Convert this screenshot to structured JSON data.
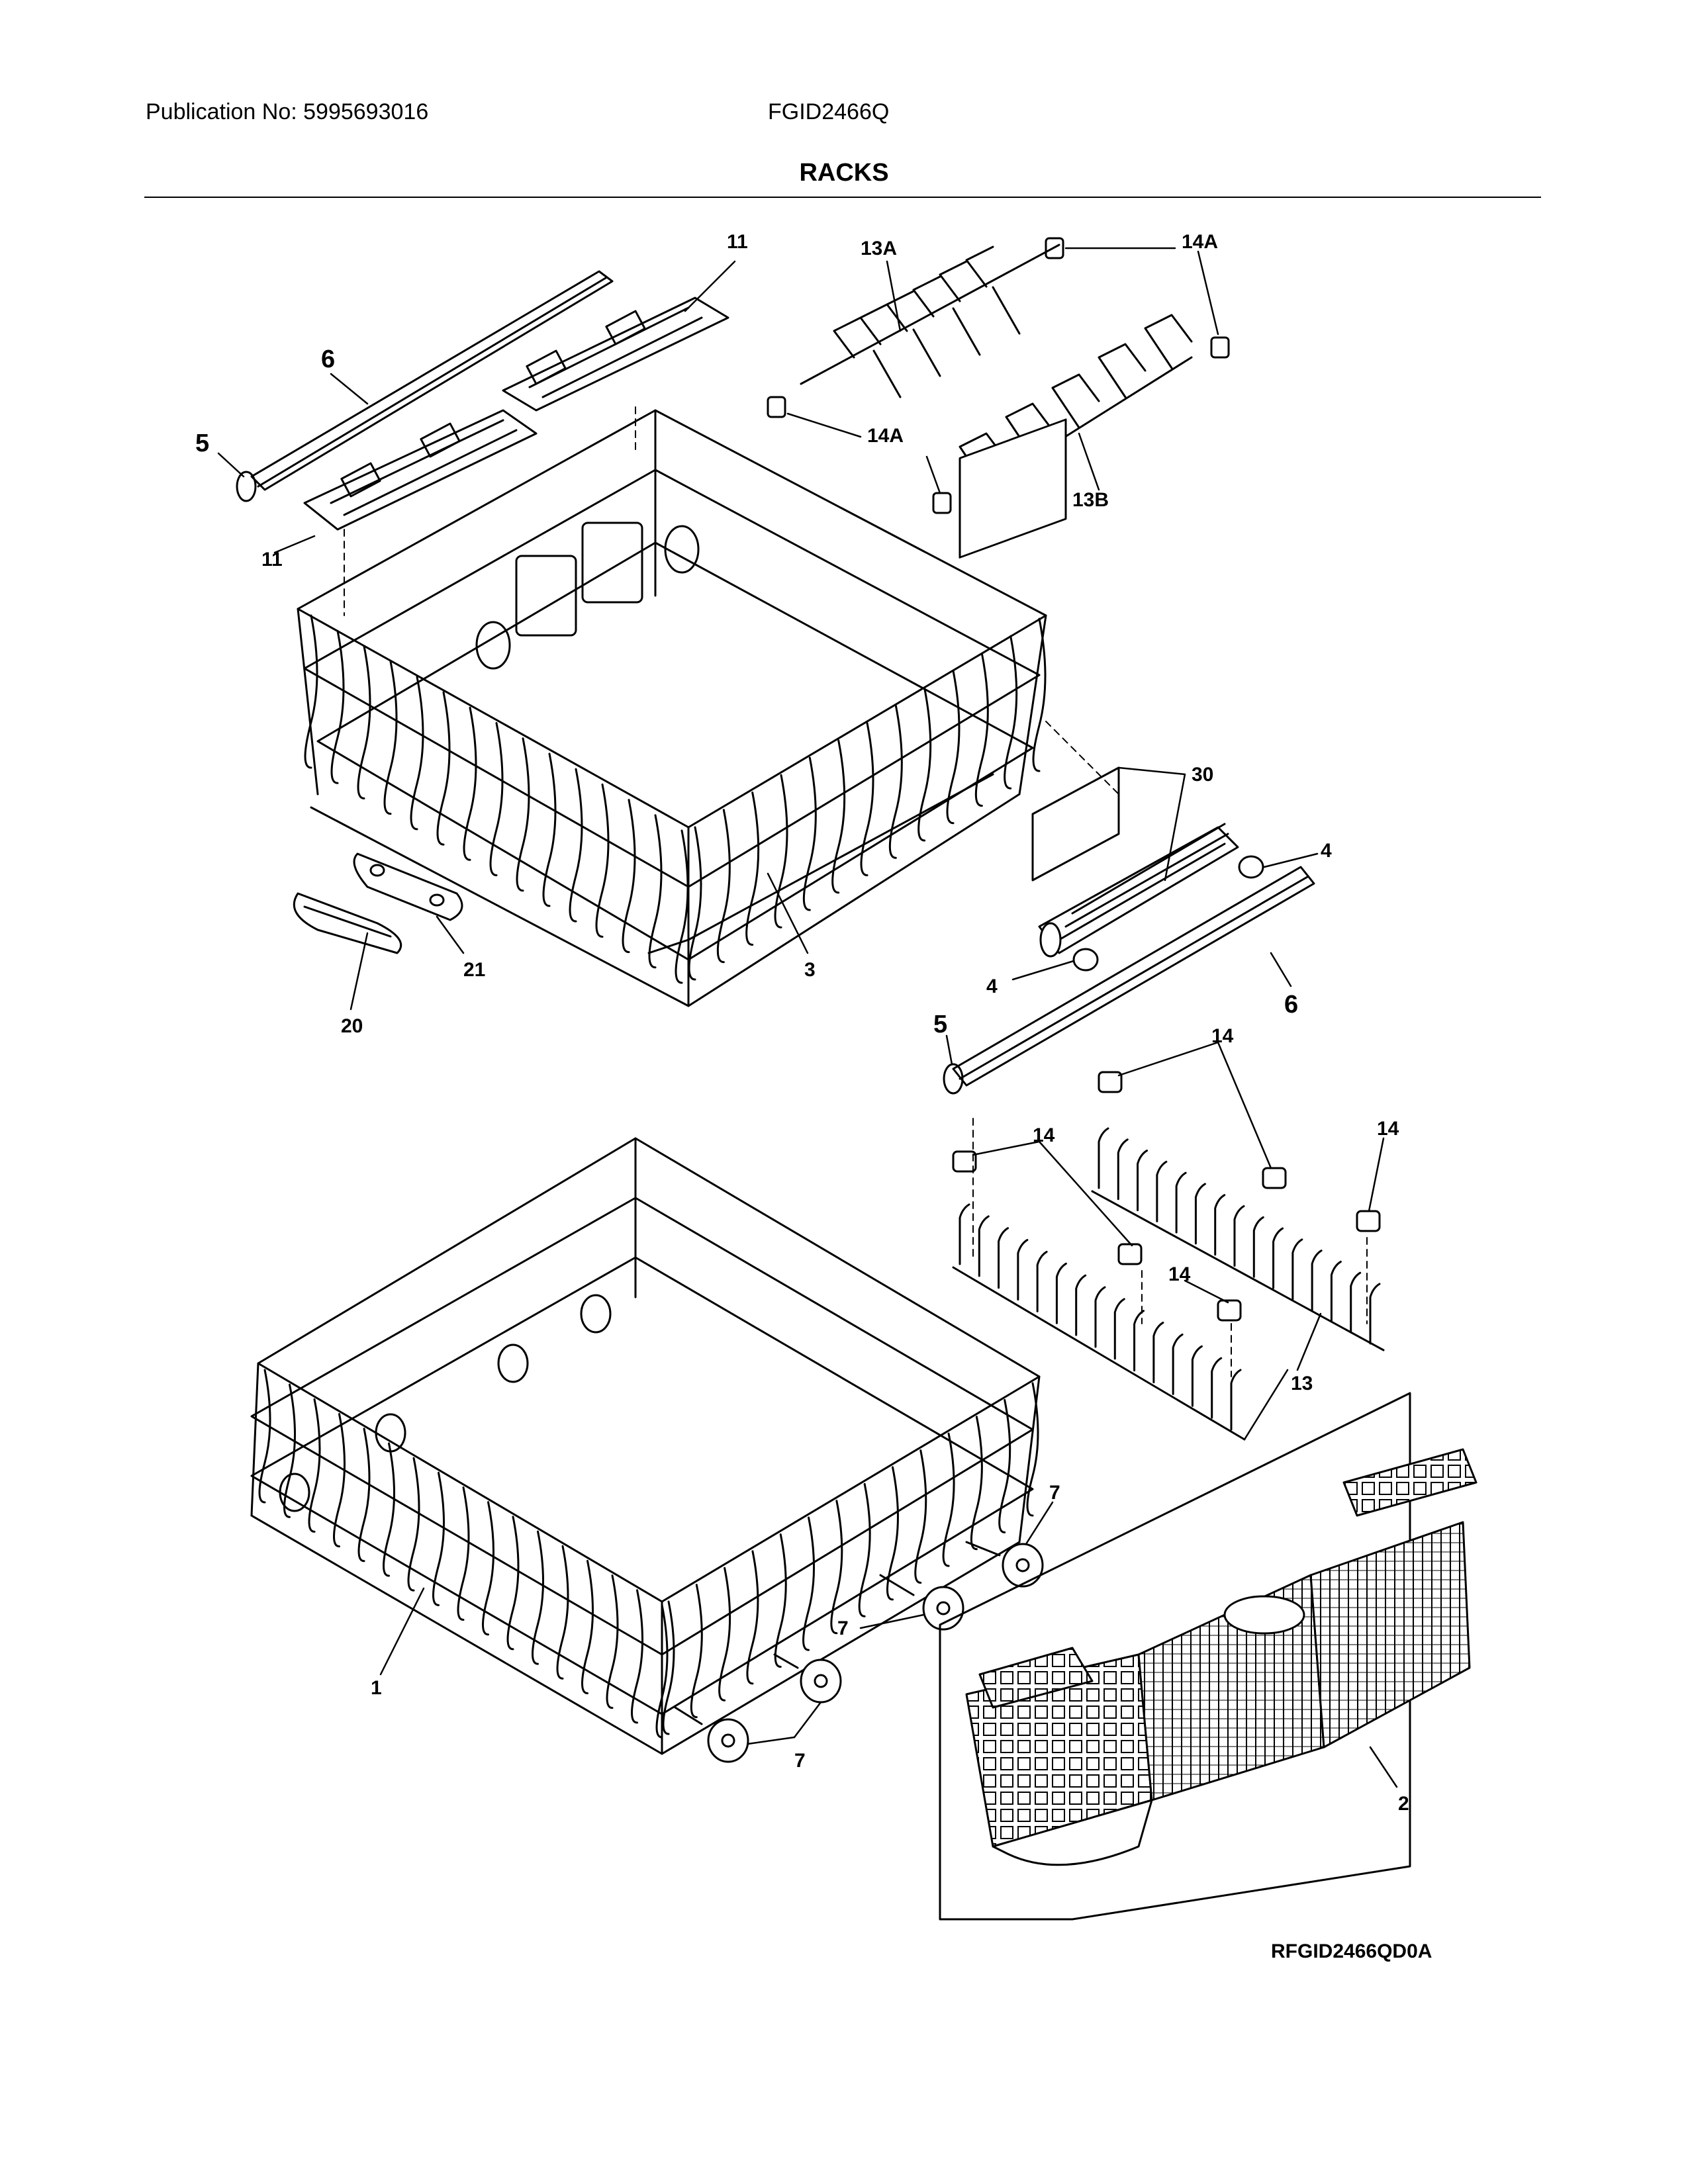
{
  "header": {
    "publication": "Publication No: 5995693016",
    "model": "FGID2466Q",
    "title": "RACKS"
  },
  "callouts": {
    "c11_top": "11",
    "c11_bot": "11",
    "c6_top": "6",
    "c5_top": "5",
    "c13A": "13A",
    "c14A_tr": "14A",
    "c14A_mid": "14A",
    "c13B": "13B",
    "c30": "30",
    "c4_r": "4",
    "c4_l": "4",
    "c6_bot": "6",
    "c5_bot": "5",
    "c3": "3",
    "c21": "21",
    "c20": "20",
    "c14_a": "14",
    "c14_b": "14",
    "c14_c": "14",
    "c14_d": "14",
    "c13": "13",
    "c7_a": "7",
    "c7_b": "7",
    "c7_c": "7",
    "c1": "1",
    "c2": "2"
  },
  "diagram_id": "RFGID2466QD0A"
}
